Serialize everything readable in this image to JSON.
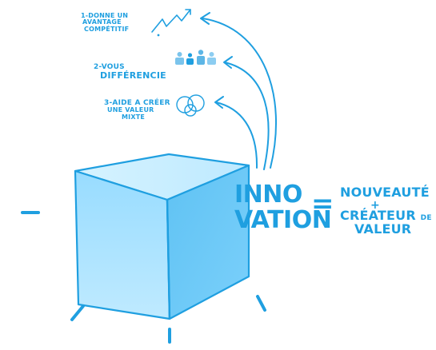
{
  "colors": {
    "accent": "#1f9fe0",
    "cube_front": "#8ed6ff",
    "cube_side": "#61c2f4",
    "cube_top": "#c6ecff",
    "cube_outline": "#1f9fe0"
  },
  "icons": {
    "item1": "trend-arrow-icon",
    "item2": "people-group-icon",
    "item3": "overlapping-circles-icon"
  },
  "benefits": [
    {
      "label_lines": [
        "1-DONNE UN",
        "AVANTAGE",
        "COMPÉTITIF"
      ]
    },
    {
      "label_lines": [
        "2-VOUS",
        "DIFFÉRENCIE"
      ]
    },
    {
      "label_lines": [
        "3-AIDE A CRÉER",
        "UNE VALEUR",
        "MIXTE"
      ]
    }
  ],
  "equation": {
    "left_line1": "INNO",
    "left_line2": "VATION",
    "operator": "=",
    "right_line1": "NOUVEAUTÉ",
    "plus": "+",
    "right_line2_main": "CRÉATEUR",
    "right_line2_small": "DE",
    "right_line3": "VALEUR"
  }
}
